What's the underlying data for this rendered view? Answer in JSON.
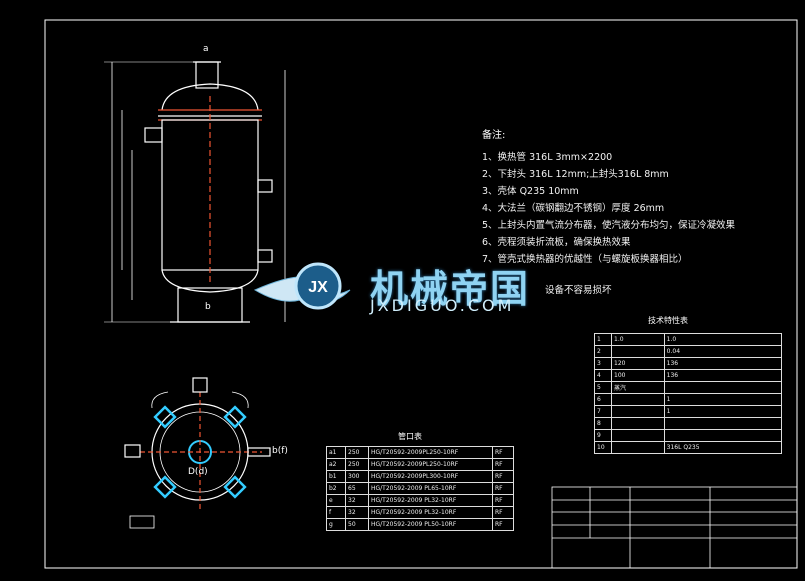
{
  "notes": {
    "title": "备注:",
    "items": [
      "1、换热管 316L 3mm×2200",
      "2、下封头 316L 12mm;上封头316L 8mm",
      "3、壳体 Q235 10mm",
      "4、大法兰（碳钢翻边不锈钢）厚度 26mm",
      "5、上封头内置气流分布器，使汽液分布均匀，保证冷凝效果",
      "6、壳程须装折流板，确保换热效果",
      "7、管壳式换热器的优越性（与螺旋板换器相比）"
    ],
    "fragment": "设备不容易损坏"
  },
  "labels": {
    "bottom_flange": "D(d)",
    "side_nozzle": "b(f)",
    "bottom_nozzle": "b",
    "top_nozzle": "a"
  },
  "watermark": {
    "title": "机械帝国",
    "subtitle": "JXDIGUO.COM",
    "logo": "JX"
  },
  "nozzle_table": {
    "title": "管口表",
    "rows": [
      [
        "a1",
        "250",
        "HG/T20592-2009PL250-10RF",
        "RF"
      ],
      [
        "a2",
        "250",
        "HG/T20592-2009PL250-10RF",
        "RF"
      ],
      [
        "b1",
        "300",
        "HG/T20592-2009PL300-10RF",
        "RF"
      ],
      [
        "b2",
        "65",
        "HG/T20592-2009 PL65-10RF",
        "RF"
      ],
      [
        "e",
        "32",
        "HG/T20592-2009 PL32-10RF",
        "RF"
      ],
      [
        "f",
        "32",
        "HG/T20592-2009 PL32-10RF",
        "RF"
      ],
      [
        "g",
        "50",
        "HG/T20592-2009 PL50-10RF",
        "RF"
      ]
    ]
  },
  "spec_table": {
    "title": "技术特性表",
    "rows": [
      [
        "1",
        "1.0",
        "1.0"
      ],
      [
        "2",
        "",
        "0.04"
      ],
      [
        "3",
        "120",
        "136"
      ],
      [
        "4",
        "100",
        "136"
      ],
      [
        "5",
        "蒸汽",
        ""
      ],
      [
        "6",
        "",
        "1"
      ],
      [
        "7",
        "",
        "1"
      ],
      [
        "8",
        "",
        ""
      ],
      [
        "9",
        "",
        ""
      ],
      [
        "10",
        "",
        "316L Q235"
      ]
    ]
  }
}
